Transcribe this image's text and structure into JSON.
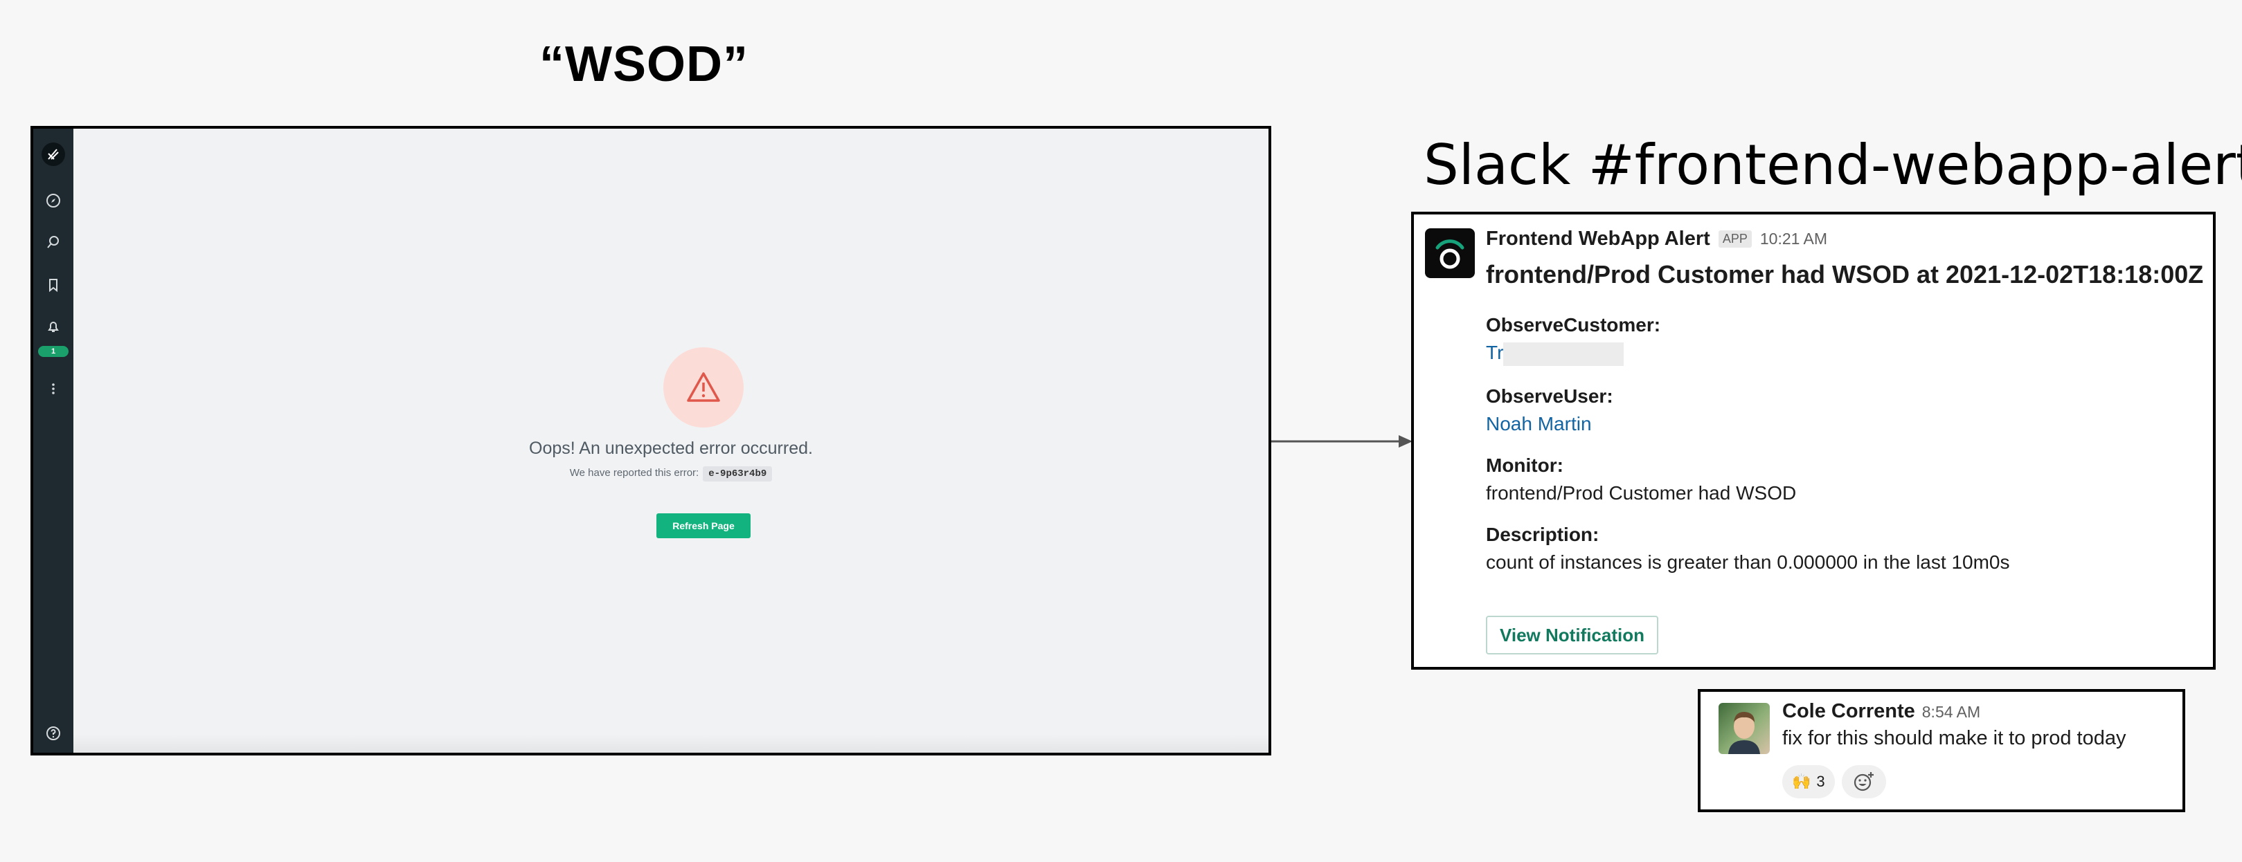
{
  "wsod": {
    "title": "“WSOD”",
    "error_title": "Oops! An unexpected error occurred.",
    "error_sub": "We have reported this error:",
    "error_code": "e-9p63r4b9",
    "refresh_label": "Refresh Page",
    "sidebar": {
      "icons": [
        "logo-icon",
        "compass-icon",
        "search-icon",
        "bookmark-icon",
        "bell-icon",
        "more-icon",
        "help-icon"
      ],
      "badge": "1"
    }
  },
  "slack": {
    "title": "Slack #frontend-webapp-alerts",
    "alert": {
      "sender": "Frontend WebApp Alert",
      "tag": "APP",
      "time": "10:21 AM",
      "title": "frontend/Prod Customer had WSOD at 2021-12-02T18:18:00Z",
      "fields": [
        {
          "label": "ObserveCustomer:",
          "value": "Tr"
        },
        {
          "label": "ObserveUser:",
          "value": "Noah Martin"
        },
        {
          "label": "Monitor:",
          "value": "frontend/Prod Customer had WSOD"
        },
        {
          "label": "Description:",
          "value": "count of instances is greater than 0.000000 in the last 10m0s"
        }
      ],
      "button": "View Notification"
    },
    "reply": {
      "name": "Cole Corrente",
      "time": "8:54 AM",
      "text": "fix for this should make it to prod today",
      "reaction_emoji": "🙌",
      "reaction_count": "3"
    }
  },
  "colors": {
    "accent_green": "#12b37e",
    "link_blue": "#1264a3",
    "error_pink": "#fcdcd7",
    "sidebar_dark": "#1f2a30"
  }
}
